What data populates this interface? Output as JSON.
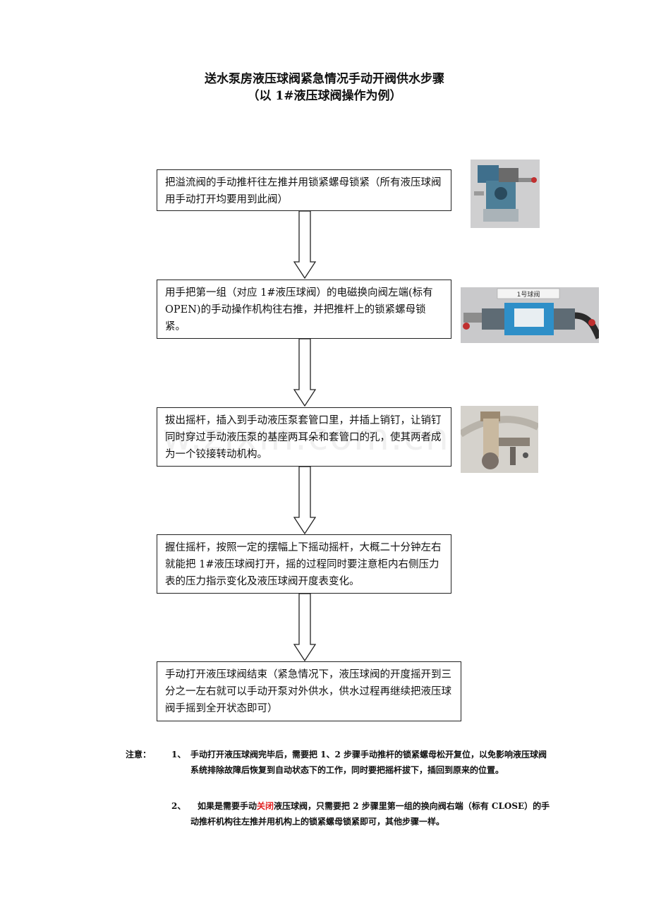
{
  "doc": {
    "title": "送水泵房液压球阀紧急情况手动开阀供水步骤",
    "subtitle": "（以 1#液压球阀操作为例）"
  },
  "steps": [
    {
      "text": "把溢流阀的手动推杆往左推并用锁紧螺母锁紧（所有液压球阀用手动打开均要用到此阀）"
    },
    {
      "text": "用手把第一组（对应 1#液压球阀）的电磁换向阀左端(标有 OPEN)的手动操作机构往右推，并把推杆上的锁紧螺母锁紧。",
      "photo_label": "1号球阀"
    },
    {
      "text": "拔出摇杆，插入到手动液压泵套管口里，并插上销钉，让销钉同时穿过手动液压泵的基座两耳朵和套管口的孔，使其两者成为一个铰接转动机构。"
    },
    {
      "text": "握住摇杆，按照一定的摆幅上下摇动摇杆，大概二十分钟左右就能把 1#液压球阀打开，摇的过程同时要注意柜内右侧压力表的压力指示变化及液压球阀开度表变化。"
    },
    {
      "text": "手动打开液压球阀结束（紧急情况下，液压球阀的开度摇开到三分之一左右就可以手动开泵对外供水，供水过程再继续把液压球阀手摇到全开状态即可）"
    }
  ],
  "notes": {
    "label": "注意：",
    "items": [
      {
        "num": "1、",
        "text": "手动打开液压球阀完毕后，需要把 1、2 步骤手动推杆的锁紧螺母松开复位，以免影响液压球阀系统排除故障后恢复到自动状态下的工作，同时要把摇杆拔下，插回到原来的位置。"
      },
      {
        "num": "2、",
        "text_before": "如果是需要手动",
        "text_red": "关闭",
        "text_after": "液压球阀，只需要把 2 步骤里第一组的换向阀右端（标有 CLOSE）的手动推杆机构往左推并用机构上的锁紧螺母锁紧即可，其他步骤一样。"
      }
    ]
  },
  "watermark": "w.zixin.com.cn",
  "colors": {
    "border": "#222222",
    "highlight": "#e02020"
  }
}
